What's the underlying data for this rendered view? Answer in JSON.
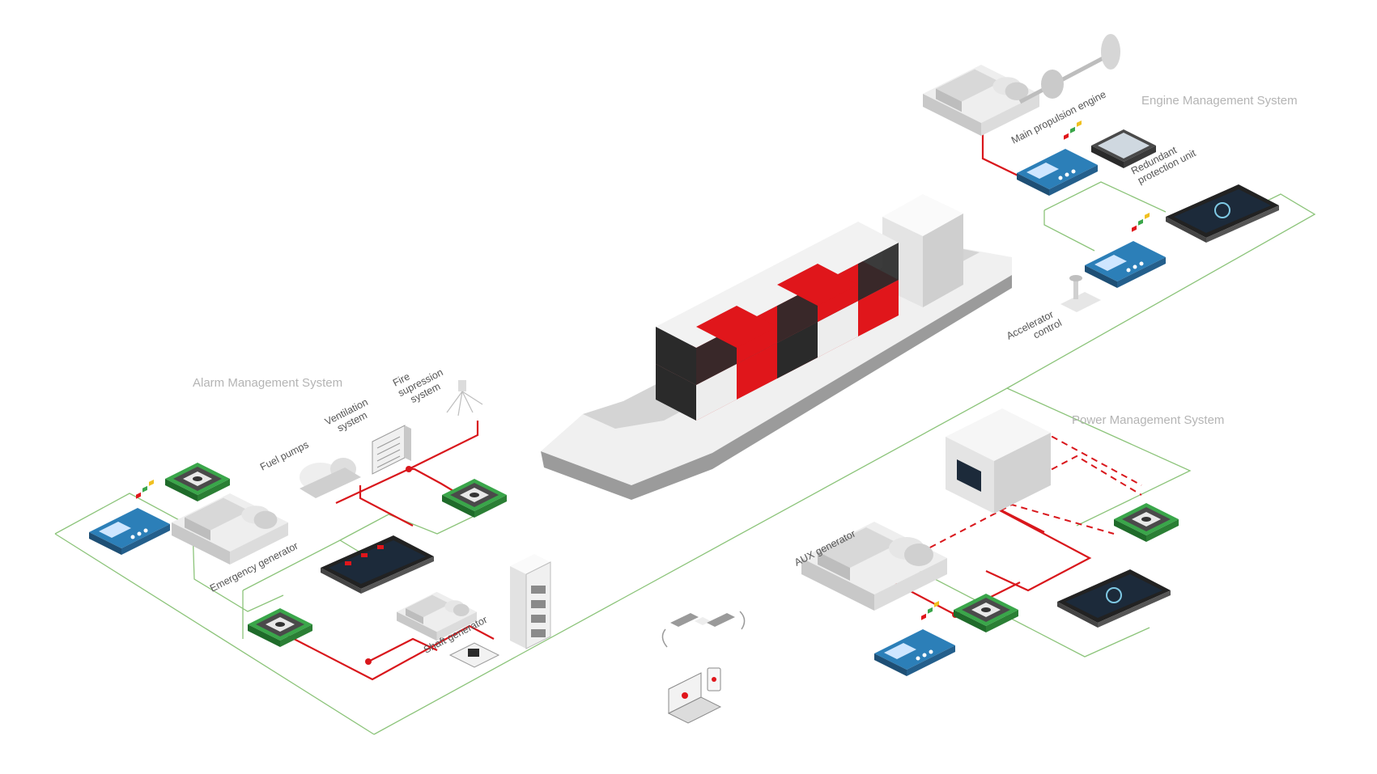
{
  "systems": {
    "engine": "Engine Management System",
    "alarm": "Alarm Management System",
    "power": "Power Management System"
  },
  "labels": {
    "main_propulsion_engine": "Main propulsion engine",
    "redundant_protection_line1": "Redundant",
    "redundant_protection_line2": "protection unit",
    "accelerator_line1": "Accelerator",
    "accelerator_line2": "control",
    "fire_line1": "Fire",
    "fire_line2": "supression",
    "fire_line3": "system",
    "ventilation_line1": "Ventilation",
    "ventilation_line2": "system",
    "fuel_pumps": "Fuel pumps",
    "emergency_generator": "Emergency generator",
    "shaft_generator": "Shaft generator",
    "aux_generator": "AUX generator"
  },
  "colors": {
    "network_line": "#8cc47a",
    "power_line": "#d9171c",
    "controller_blue": "#2c7fb8",
    "module_green": "#3aa64a",
    "container_red": "#e0161b",
    "container_black": "#2a2a2a",
    "title_grey": "#b4b4b4"
  }
}
